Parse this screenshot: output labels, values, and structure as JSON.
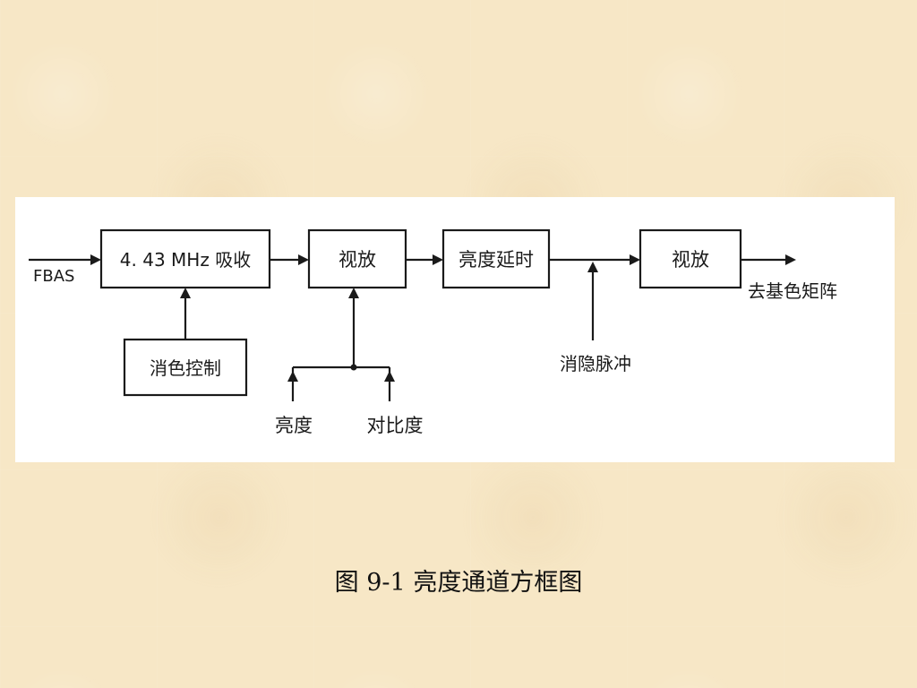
{
  "diagram": {
    "input_label": "FBAS",
    "blocks": {
      "absorb": "4. 43 MHz 吸收",
      "video_amp_1": "视放",
      "luma_delay": "亮度延时",
      "video_amp_2": "视放",
      "color_kill": "消色控制"
    },
    "labels": {
      "brightness": "亮度",
      "contrast": "对比度",
      "blanking_pulse": "消隐脉冲",
      "output": "去基色矩阵"
    }
  },
  "caption": "图 9-1 亮度通道方框图"
}
